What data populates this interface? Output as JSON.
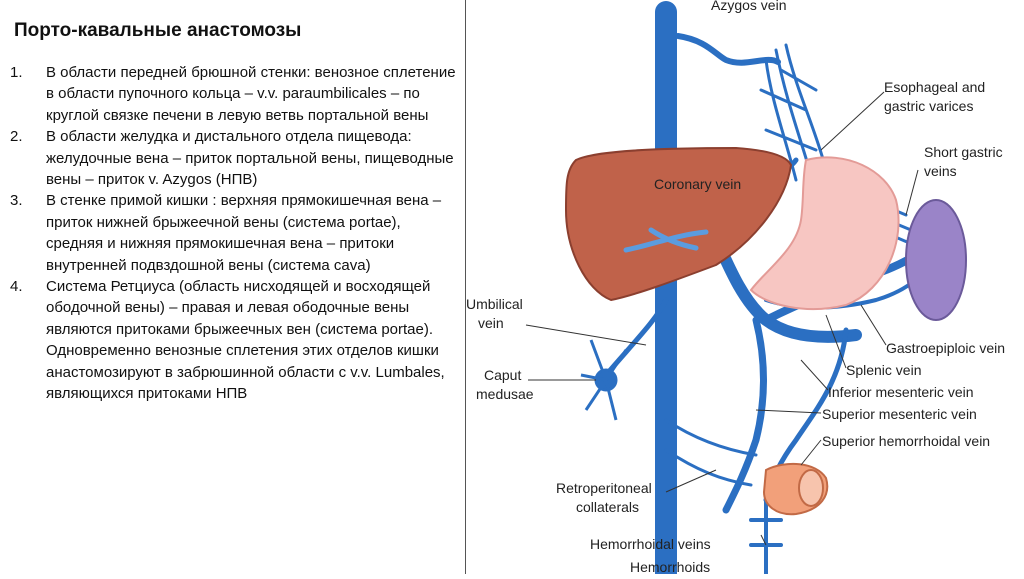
{
  "slide": {
    "title": "Порто-кавальные анастомозы",
    "items": [
      {
        "num": "1.",
        "text": "В области передней брюшной стенки: венозное сплетение в области пупочного кольца – v.v. paraumbilicales – по круглой связке печени в левую ветвь портальной вены"
      },
      {
        "num": "2.",
        "text": "В области желудка и дистального отдела пищевода: желудочные вена – приток портальной вены, пищеводные вены – приток v. Azygos (НПВ)"
      },
      {
        "num": "3.",
        "text": "В стенке примой кишки : верхняя прямокишечная вена – приток нижней брыжеечной вены (система portae), средняя и нижняя прямокишечная вена – притоки внутренней подвздошной вены (система cava)"
      },
      {
        "num": "4.",
        "text": "Система Ретциуса (область нисходящей и восходящей ободочной вены) – правая и левая ободочные вены являются притоками брыжеечных вен (система portae). Одновременно венозные сплетения этих отделов кишки анастомозируют в забрюшинной области с v.v. Lumbales, являющихся притоками НПВ"
      }
    ]
  },
  "diagram": {
    "labels": {
      "azygos": "Azygos vein",
      "esophageal_1": "Esophageal and",
      "esophageal_2": "gastric varices",
      "short_gastric_1": "Short gastric",
      "short_gastric_2": "veins",
      "coronary": "Coronary vein",
      "umbilical_1": "Umbilical",
      "umbilical_2": "vein",
      "caput_1": "Caput",
      "caput_2": "medusae",
      "gastroepiploic": "Gastroepiploic vein",
      "splenic": "Splenic vein",
      "inferior_mesenteric": "Inferior mesenteric vein",
      "superior_mesenteric": "Superior mesenteric vein",
      "superior_hemorrhoidal": "Superior hemorrhoidal vein",
      "retro_1": "Retroperitoneal",
      "retro_2": "collaterals",
      "hemorrhoidal_veins": "Hemorrhoidal veins",
      "hemorrhoids": "Hemorrhoids"
    },
    "colors": {
      "vein": "#2b6fc2",
      "vein_light": "#5b9ce0",
      "liver": "#c0624a",
      "stomach": "#f7c6c2",
      "spleen": "#9a84c8",
      "rectum": "#f2a07a"
    }
  }
}
